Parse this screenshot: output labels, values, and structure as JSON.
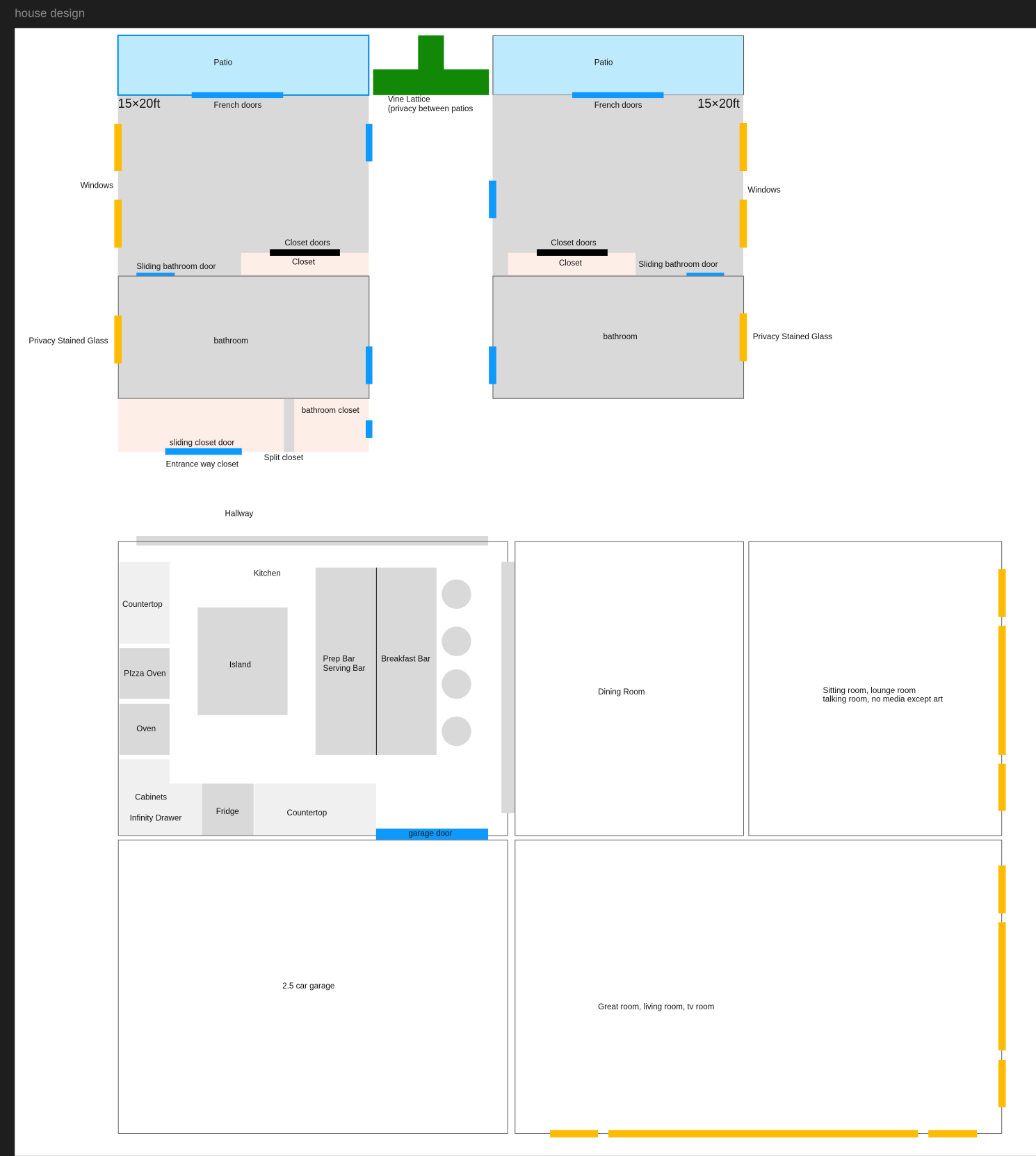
{
  "app": {
    "title": "house design"
  },
  "colors": {
    "window": "#ffbb00",
    "door": "#0d99ff",
    "lattice": "#118806",
    "patio": "#bdebfd",
    "room": "#d9d9d9",
    "closet": "#fdeee8"
  },
  "left_suite": {
    "patio": "Patio",
    "french_doors": "French doors",
    "size": "15×20ft",
    "windows": "Windows",
    "closet_doors": "Closet doors",
    "closet": "Closet",
    "sliding_bathroom_door": "Sliding bathroom door",
    "bathroom": "bathroom",
    "privacy_glass": "Privacy Stained Glass",
    "bathroom_closet": "bathroom closet",
    "sliding_closet_door": "sliding closet door",
    "entrance_closet": "Entrance way closet",
    "split_closet": "Split closet"
  },
  "lattice": {
    "line1": "Vine Lattice",
    "line2": "(privacy between patios"
  },
  "right_suite": {
    "patio": "Patio",
    "french_doors": "French doors",
    "size": "15×20ft",
    "windows": "Windows",
    "closet_doors": "Closet doors",
    "closet": "Closet",
    "sliding_bathroom_door": "Sliding bathroom door",
    "bathroom": "bathroom",
    "privacy_glass": "Privacy Stained Glass"
  },
  "hallway": "Hallway",
  "kitchen": {
    "title": "Kitchen",
    "countertop1": "Countertop",
    "pizza_oven": "PIzza Oven",
    "oven": "Oven",
    "island": "Island",
    "prep_bar": "Prep Bar",
    "serving_bar": "Serving Bar",
    "breakfast_bar": "Breakfast Bar",
    "cabinets": "Cabinets",
    "infinity_drawer": "Infinity Drawer",
    "fridge": "Fridge",
    "countertop2": "Countertop",
    "garage_door": "garage door"
  },
  "rooms": {
    "dining": "Dining Room",
    "sitting1": "Sitting room, lounge room",
    "sitting2": "talking room, no media except art",
    "garage": "2.5 car garage",
    "great": "Great room, living room, tv room"
  }
}
